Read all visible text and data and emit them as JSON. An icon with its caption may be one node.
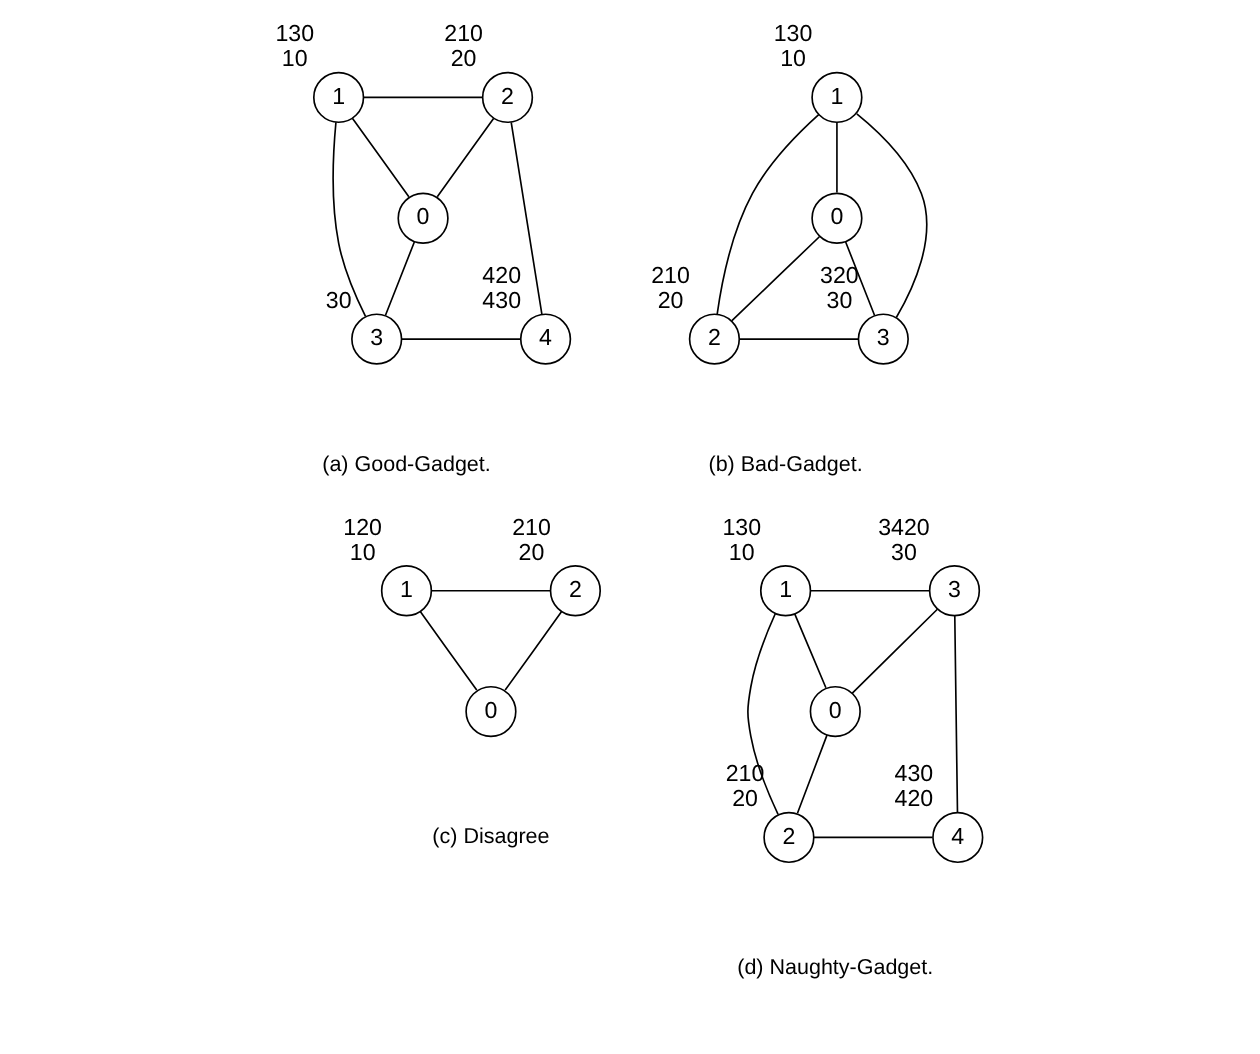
{
  "diagram": {
    "nodes": [
      {
        "text": [
          "1"
        ],
        "beside": [
          "130",
          "10"
        ]
      },
      {
        "text": [
          "2"
        ],
        "beside": [
          "210",
          "20"
        ]
      },
      {
        "text": [
          "0"
        ]
      },
      {
        "text": [
          "3"
        ],
        "beside": [
          "30"
        ]
      },
      {
        "text": [
          "4"
        ],
        "beside": [
          "420",
          "430"
        ]
      },
      {
        "text": [
          "1"
        ],
        "beside": [
          "130",
          "10"
        ]
      },
      {
        "text": [
          "0"
        ]
      },
      {
        "text": [
          "2"
        ],
        "beside": [
          "210",
          "20"
        ]
      },
      {
        "text": [
          "3"
        ],
        "beside": [
          "320",
          "30"
        ]
      },
      {
        "text": [
          "1"
        ],
        "beside": [
          "120",
          "10"
        ]
      },
      {
        "text": [
          "2"
        ],
        "beside": [
          "210",
          "20"
        ]
      },
      {
        "text": [
          "0"
        ]
      },
      {
        "text": [
          "1"
        ],
        "beside": [
          "130",
          "10"
        ]
      },
      {
        "text": [
          "3"
        ],
        "beside": [
          "3420",
          "30"
        ]
      },
      {
        "text": [
          "0"
        ]
      },
      {
        "text": [
          "2"
        ],
        "beside": [
          "210",
          "20"
        ]
      },
      {
        "text": [
          "4"
        ],
        "beside": [
          "430",
          "420"
        ]
      }
    ],
    "edges": [
      {
        "from": 0,
        "to": 1,
        "arrow": "none"
      },
      {
        "from": 0,
        "to": 2,
        "arrow": "none"
      },
      {
        "from": 0,
        "to": 3,
        "arrow": "none"
      },
      {
        "from": 1,
        "to": 2,
        "arrow": "none"
      },
      {
        "from": 1,
        "to": 4,
        "arrow": "none"
      },
      {
        "from": 2,
        "to": 3,
        "arrow": "none"
      },
      {
        "from": 3,
        "to": 4,
        "arrow": "none"
      },
      {
        "from": 5,
        "to": 6,
        "arrow": "none"
      },
      {
        "from": 5,
        "to": 7,
        "arrow": "none"
      },
      {
        "from": 5,
        "to": 8,
        "arrow": "none"
      },
      {
        "from": 6,
        "to": 7,
        "arrow": "none"
      },
      {
        "from": 6,
        "to": 8,
        "arrow": "none"
      },
      {
        "from": 7,
        "to": 8,
        "arrow": "none"
      },
      {
        "from": 9,
        "to": 10,
        "arrow": "none"
      },
      {
        "from": 9,
        "to": 11,
        "arrow": "none"
      },
      {
        "from": 10,
        "to": 11,
        "arrow": "none"
      },
      {
        "from": 12,
        "to": 13,
        "arrow": "none"
      },
      {
        "from": 12,
        "to": 14,
        "arrow": "none"
      },
      {
        "from": 12,
        "to": 15,
        "arrow": "none"
      },
      {
        "from": 13,
        "to": 14,
        "arrow": "none"
      },
      {
        "from": 13,
        "to": 16,
        "arrow": "none"
      },
      {
        "from": 14,
        "to": 15,
        "arrow": "none"
      },
      {
        "from": 15,
        "to": 16,
        "arrow": "none"
      }
    ],
    "labels": [
      "(a) Good-Gadget.",
      "(b) Bad-Gadget.",
      "(c) Disagree",
      "(d) Naughty-Gadget."
    ]
  }
}
